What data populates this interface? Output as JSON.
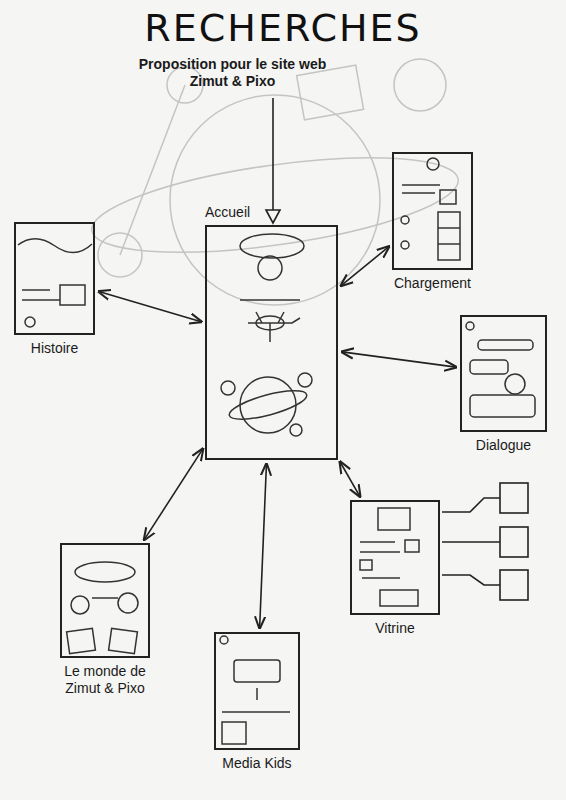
{
  "diagram": {
    "title": "RECHERCHES",
    "nodes": [
      {
        "text": [
          "Accueil"
        ]
      },
      {
        "text": [
          "Chargement"
        ]
      },
      {
        "text": [
          "Histoire"
        ]
      },
      {
        "text": [
          "Dialogue"
        ]
      },
      {
        "text": [
          "Vitrine"
        ]
      },
      {
        "text": [
          "Le monde de Zimut & Pixo"
        ]
      },
      {
        "text": [
          "Media Kids"
        ]
      }
    ],
    "edges": [
      {
        "from": 0,
        "to": 1,
        "arrow": "both"
      },
      {
        "from": 0,
        "to": 2,
        "arrow": "both"
      },
      {
        "from": 0,
        "to": 3,
        "arrow": "both"
      },
      {
        "from": 0,
        "to": 4,
        "arrow": "both"
      },
      {
        "from": 0,
        "to": 5,
        "arrow": "both"
      },
      {
        "from": 0,
        "to": 6,
        "arrow": "both"
      }
    ],
    "labels": [
      "Proposition pour le site web Zimut & Pixo"
    ]
  }
}
